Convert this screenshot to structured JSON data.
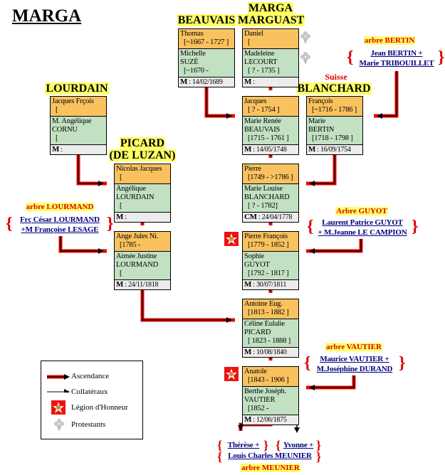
{
  "title": "MARGA",
  "families": {
    "beauvais": "BEAUVAIS",
    "marga_1": "MARGA",
    "marga_2": "MARGUAST",
    "lourdain": "LOURDAIN",
    "suisse": "Suisse",
    "blanchard": "BLANCHARD",
    "picard_1": "PICARD",
    "picard_2": "(DE LUZAN)"
  },
  "couples": {
    "thomas": {
      "husband": "Thomas",
      "husband_dates": "[~1667 - 1727 ]",
      "wife_first": "Michelle",
      "wife_last": "SUZÉ",
      "wife_dates": "[~1670 -",
      "marriage_label": "M",
      "marriage": ": 14/02/1689"
    },
    "daniel": {
      "husband": "Daniel",
      "husband_dates": "[",
      "wife_first": "Madeleine",
      "wife_last": "LECOURT",
      "wife_dates": "[ ? - 1735 ]",
      "marriage_label": "M",
      "marriage": ":"
    },
    "jacques_f": {
      "husband": "Jacques Frçois",
      "husband_dates": "[",
      "wife_first": "M. Angélique",
      "wife_last": "CORNU",
      "wife_dates": "[",
      "marriage_label": "M",
      "marriage": ":"
    },
    "jacques": {
      "husband": "Jacques",
      "husband_dates": "[ ? - 1754 ]",
      "wife_first": "Marie Renée",
      "wife_last": "BEAUVAIS",
      "wife_dates": "[1715 - 1761 ]",
      "marriage_label": "M",
      "marriage": ": 14/05/1748"
    },
    "francois": {
      "husband": "François",
      "husband_dates": "[~1716 - 1786 ]",
      "wife_first": "Marie",
      "wife_last": "BERTIN",
      "wife_dates": "[1718 - 1798 ]",
      "marriage_label": "M",
      "marriage": ": 16/09/1754"
    },
    "nicolas": {
      "husband": "Nicolas Jacques",
      "husband_dates": "[",
      "wife_first": "Angélique",
      "wife_last": "LOURDAIN",
      "wife_dates": "[",
      "marriage_label": "M",
      "marriage": ":"
    },
    "pierre": {
      "husband": "Pierre",
      "husband_dates": "[1749 - >1786 ]",
      "wife_first": "Marie Louise",
      "wife_last": "BLANCHARD",
      "wife_dates": "[ ? - 1782]",
      "marriage_label": "CM",
      "marriage": ": 24/04/1778"
    },
    "ange": {
      "husband": "Ange Jules Ni.",
      "husband_dates": "[1785 -",
      "wife_first": "Aimée Justine",
      "wife_last": "LOURMAND",
      "wife_dates": "[",
      "marriage_label": "M",
      "marriage": ": 24/11/1818"
    },
    "pierre_f": {
      "husband": "Pierre François",
      "husband_dates": "[1779 - 1852 ]",
      "wife_first": "Sophie",
      "wife_last": "GUYOT",
      "wife_dates": "[1792 - 1817 ]",
      "marriage_label": "M",
      "marriage": ": 30/07/1811"
    },
    "antoine": {
      "husband": "Antoine Eug.",
      "husband_dates": "[1813 - 1882 ]",
      "wife_first": "Céline Eulalie",
      "wife_last": "PICARD",
      "wife_dates": "[ 1823 - 1888 ]",
      "marriage_label": "M",
      "marriage": ": 10/08/1840"
    },
    "anatole": {
      "husband": "Anatole",
      "husband_dates": "[1843 - 1906 ]",
      "wife_first": "Berthe Joséph.",
      "wife_last": "VAUTIER",
      "wife_dates": "[1852 -",
      "marriage_label": "M",
      "marriage": ": 12/06/1875"
    }
  },
  "trees": {
    "bertin": {
      "title": "arbre BERTIN",
      "line1": "Jean BERTIN +",
      "line2": "Marie TRIBOUILLET"
    },
    "lourmand": {
      "title": "arbre LOURMAND",
      "line1": "Frç César LOURMAND",
      "line2": "+M Françoise LESAGE"
    },
    "guyot": {
      "title": "Arbre GUYOT",
      "line1": "Laurent Patrice GUYOT",
      "line2": "+ M.Jeanne LE CAMPION"
    },
    "vautier": {
      "title": "arbre VAUTIER",
      "line1": "Maurice VAUTIER +",
      "line2": "M.Joséphine DURAND"
    },
    "meunier": {
      "title": "arbre MEUNIER",
      "therese": "Thérèse +",
      "yvonne": "Yvonne +",
      "line2": "Louis Charles MEUNIER"
    }
  },
  "legend": {
    "ascendance": "Ascendance",
    "collateraux": "Collatéraux",
    "legion": "Légion d'Honneur",
    "protestants": "Protestants"
  },
  "colors": {
    "husband": "#f9c25f",
    "wife": "#c2e0c2",
    "marriage": "#ececec",
    "arrow_red": "#ee0000",
    "highlight": "#ffff66",
    "link": "#000080"
  }
}
